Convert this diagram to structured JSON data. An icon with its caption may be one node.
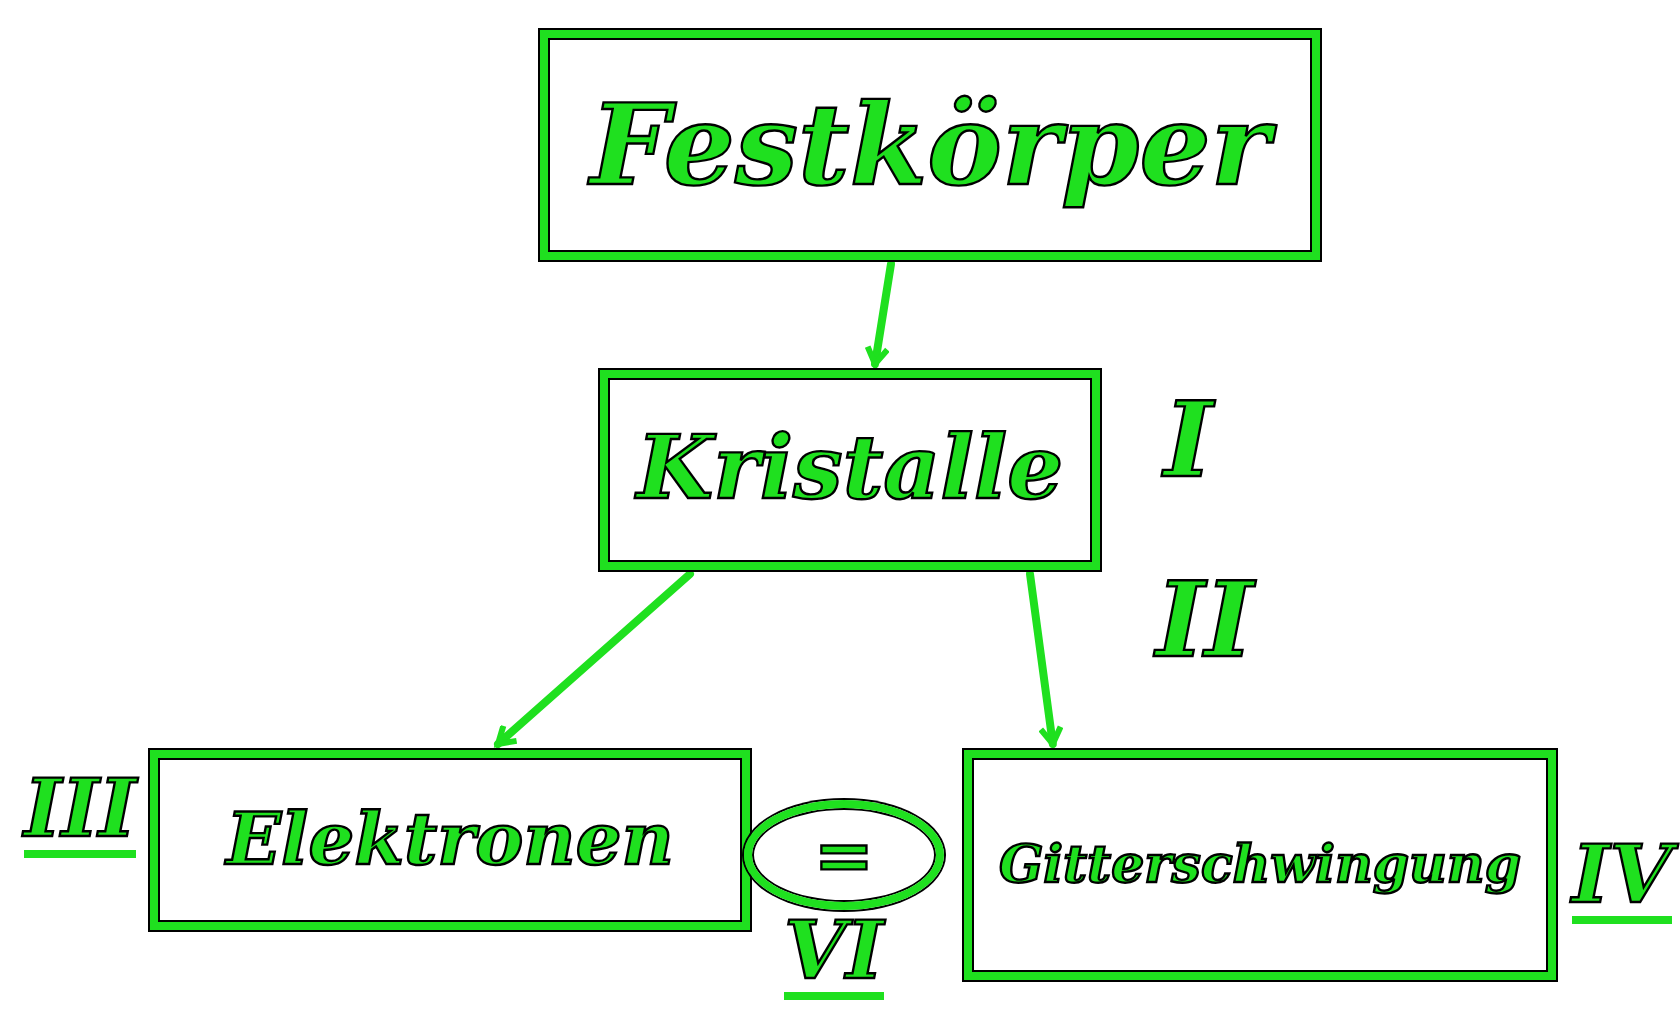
{
  "diagram": {
    "nodes": [
      {
        "text": [
          "Festkörper"
        ]
      },
      {
        "text": [
          "Kristalle"
        ]
      },
      {
        "text": [
          "Elektronen"
        ],
        "beside": [
          "III"
        ]
      },
      {
        "text": [
          "Gitterschwingung"
        ],
        "beside": [
          "IV"
        ]
      },
      {
        "text": [
          "="
        ],
        "beside": [
          "VI"
        ]
      }
    ],
    "edges": [
      {
        "from": 0,
        "to": 1,
        "arrow": "to"
      },
      {
        "from": 1,
        "to": 2,
        "arrow": "to"
      },
      {
        "from": 1,
        "to": 3,
        "arrow": "to"
      }
    ],
    "labels": [
      "I",
      "II"
    ]
  }
}
